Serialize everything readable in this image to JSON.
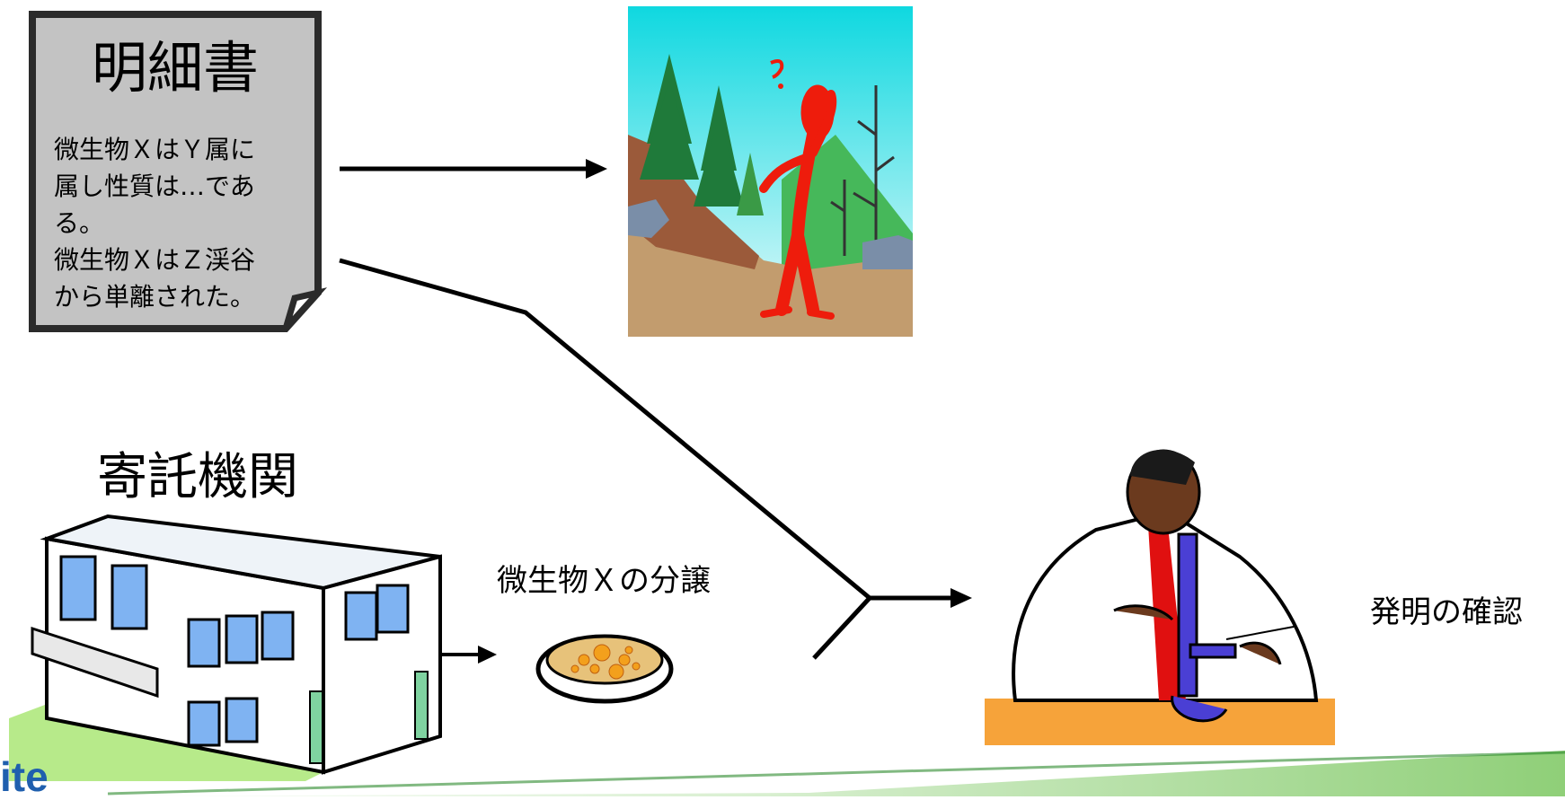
{
  "spec_document": {
    "title": "明細書",
    "lines": [
      "微生物ＸはＹ属に",
      "属し性質は…であ",
      "る。",
      "微生物ＸはＺ渓谷",
      "から単離された。"
    ]
  },
  "depository": {
    "title": "寄託機関"
  },
  "distribution_label": "微生物Ｘの分譲",
  "confirmation_label": "発明の確認",
  "footer_logo_fragment": "ite"
}
